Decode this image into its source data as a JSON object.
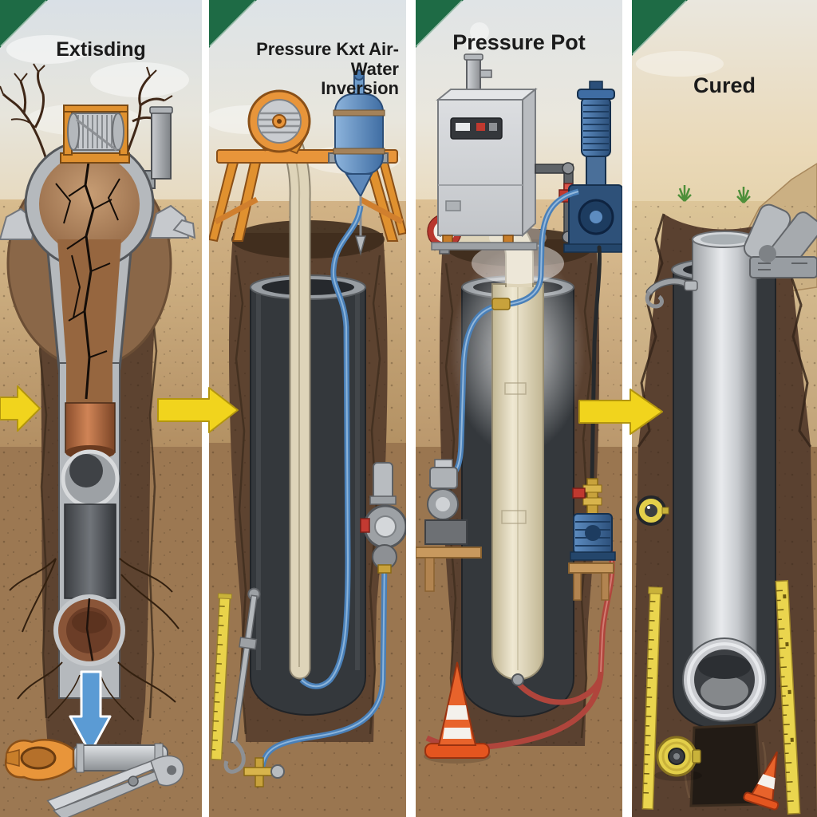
{
  "figure": {
    "kind": "four-stage trenchless pipe relining (CIPP) illustration",
    "panels": [
      {
        "id": "existing",
        "label": "Extisding"
      },
      {
        "id": "air-water-inversion",
        "label_lines": [
          "Pressure Kxt Air-",
          "Water",
          "Inversion"
        ]
      },
      {
        "id": "pressure-pot",
        "label": "Pressure Pot"
      },
      {
        "id": "cured",
        "label": "Cured"
      }
    ],
    "colors": {
      "corner_fold_green": "#1e6b45",
      "stage_arrow_yellow": "#f1d41d",
      "down_arrow_blue": "#5b9bd4",
      "liner_beige": "#ded4b9",
      "host_pipe_gray": "#34383c",
      "old_pipe_brown": "#96663f",
      "hose_blue": "#4a80b8",
      "hose_red": "#b0453c",
      "equipment_orange": "#e8953a",
      "tank_blue": "#5d8cc0",
      "machine_gray": "#c2c5c9",
      "soil_tan": "#c9a877",
      "trench_dark_brown": "#5d4330",
      "cone_orange": "#e8632b",
      "tape_yellow": "#ead54e"
    }
  }
}
